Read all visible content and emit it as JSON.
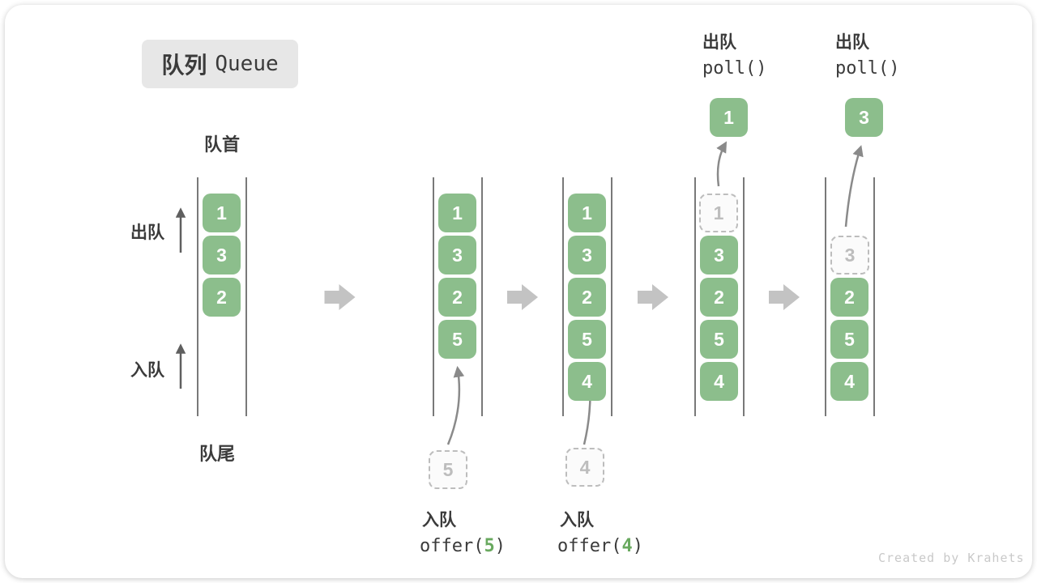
{
  "title": {
    "zh": "队列",
    "en": "Queue"
  },
  "labels": {
    "front": "队首",
    "rear": "队尾",
    "dequeue_side": "出队",
    "enqueue_side": "入队"
  },
  "ops": {
    "enq5": {
      "label": "入队",
      "code_pre": "offer(",
      "arg": "5",
      "code_post": ")"
    },
    "enq4": {
      "label": "入队",
      "code_pre": "offer(",
      "arg": "4",
      "code_post": ")"
    },
    "poll1": {
      "label": "出队",
      "code": "poll()"
    },
    "poll3": {
      "label": "出队",
      "code": "poll()"
    }
  },
  "columns": [
    {
      "slots": [
        "1",
        "3",
        "2"
      ]
    },
    {
      "slots": [
        "1",
        "3",
        "2",
        "5"
      ],
      "incoming": "5"
    },
    {
      "slots": [
        "1",
        "3",
        "2",
        "5",
        "4"
      ],
      "incoming": "4"
    },
    {
      "ghost": "1",
      "slots": [
        "3",
        "2",
        "5",
        "4"
      ],
      "popped": "1"
    },
    {
      "ghost": "3",
      "slots": [
        "2",
        "5",
        "4"
      ],
      "popped": "3"
    }
  ],
  "watermark": "Created by Krahets",
  "colors": {
    "box_green": "#8cbe8c",
    "code_green": "#69a95f",
    "flow_arrow_gray": "#c3c3c3",
    "wall_gray": "#4d4d4d",
    "badge_gray": "#e7e7e7",
    "text_dark": "#3b3b3b",
    "ghost_gray": "#bdbdbd"
  }
}
